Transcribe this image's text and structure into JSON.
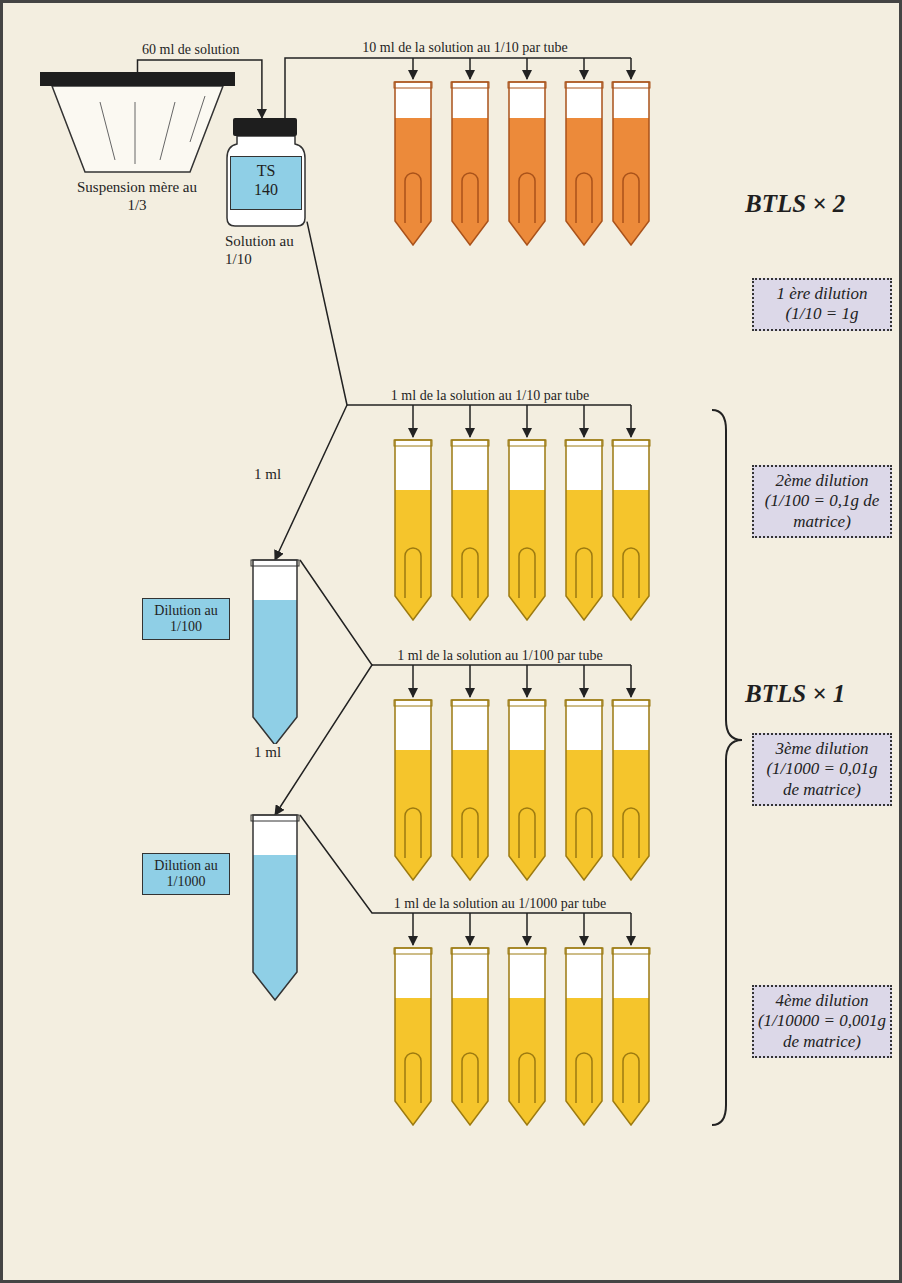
{
  "diagram": {
    "nodes": [
      {
        "text": [
          "Suspension mère au 1/3"
        ]
      },
      {
        "text": [
          "Solution au 1/10"
        ]
      },
      {
        "text": [
          "TS 140"
        ],
        "in": 1
      },
      {
        "text": [
          "Dilution au 1/100"
        ]
      },
      {
        "text": [
          "Dilution au 1/1000"
        ]
      },
      {
        "text": [
          "1 ère dilution",
          "(1/10 = 1g"
        ]
      },
      {
        "text": [
          "2ème dilution",
          "(1/100 = 0,1g de matrice)"
        ]
      },
      {
        "text": [
          "3ème dilution",
          "(1/1000 = 0,01g de matrice)"
        ]
      },
      {
        "text": [
          "4ème dilution",
          "(1/10000 = 0,001g de matrice)"
        ]
      }
    ],
    "edges": [
      {
        "from": 0,
        "to": 1,
        "arrow": "to",
        "label": "60 ml de solution"
      },
      {
        "from": 1,
        "to": 3,
        "arrow": "to",
        "label": "1 ml"
      },
      {
        "from": 3,
        "to": 4,
        "arrow": "to",
        "label": "1 ml"
      }
    ],
    "labels": [
      "10 ml de la solution au 1/10 par tube",
      "1 ml de la solution au 1/10 par tube",
      "1 ml de la solution au 1/100 par tube",
      "1 ml de la solution au 1/1000 par tube",
      "BTLS × 2",
      "BTLS × 1"
    ]
  }
}
